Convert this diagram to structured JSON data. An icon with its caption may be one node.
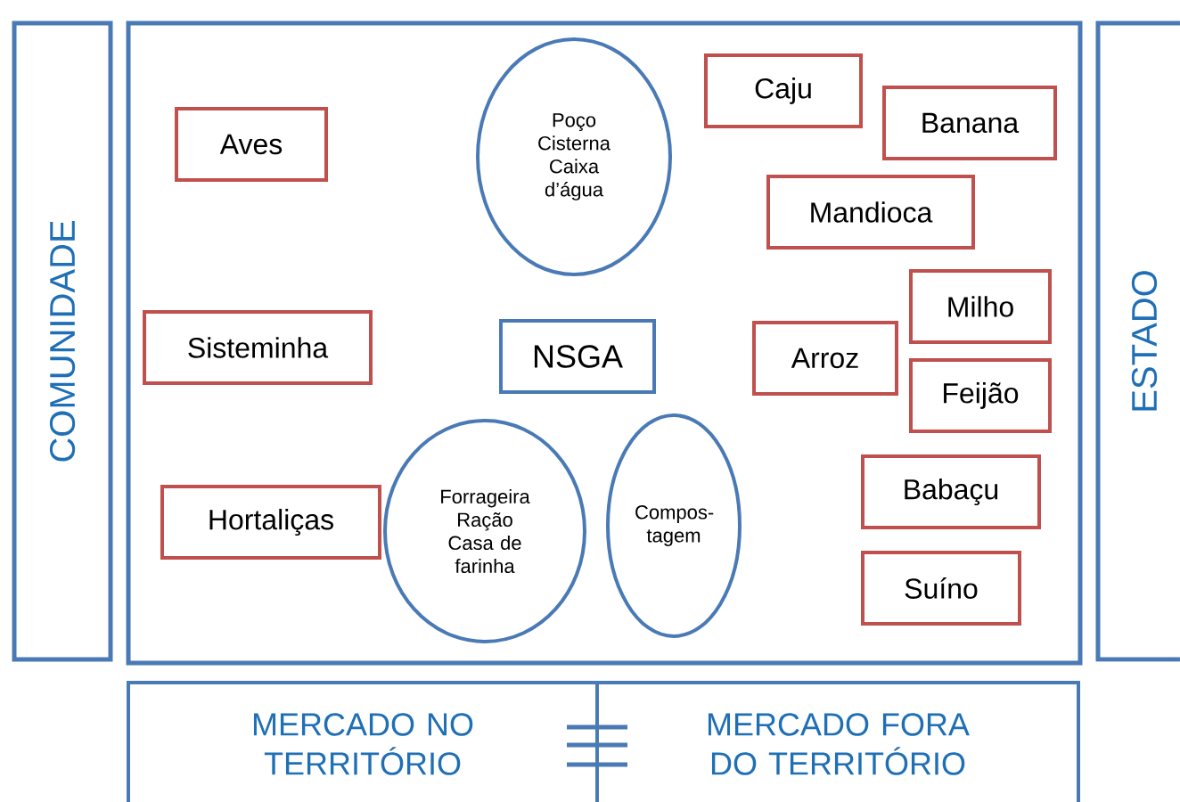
{
  "diagram": {
    "nodes": [
      {
        "text": [
          "COMUNIDADE"
        ]
      },
      {
        "text": [],
        "shape": "box"
      },
      {
        "text": [
          "ESTADO"
        ]
      },
      {
        "text": [
          "Aves"
        ],
        "in": 1
      },
      {
        "text": [
          "Poço Cisterna Caixa d’água"
        ],
        "in": 1
      },
      {
        "text": [
          "Caju"
        ],
        "in": 1
      },
      {
        "text": [
          "Banana"
        ],
        "in": 1
      },
      {
        "text": [
          "Mandioca"
        ],
        "in": 1
      },
      {
        "text": [
          "Sisteminha"
        ],
        "in": 1
      },
      {
        "text": [
          "NSGA"
        ],
        "in": 1
      },
      {
        "text": [
          "Arroz"
        ],
        "in": 1
      },
      {
        "text": [
          "Milho"
        ],
        "in": 1
      },
      {
        "text": [
          "Feijão"
        ],
        "in": 1
      },
      {
        "text": [
          "Hortaliças"
        ],
        "in": 1
      },
      {
        "text": [
          "Forrageira Ração Casa de farinha"
        ],
        "in": 1
      },
      {
        "text": [
          "Compos-tagem"
        ],
        "in": 1
      },
      {
        "text": [
          "Babaçu"
        ],
        "in": 1
      },
      {
        "text": [
          "Suíno"
        ],
        "in": 1
      },
      {
        "text": [
          "MERCADO NO TERRITÓRIO"
        ]
      },
      {
        "text": [
          "MERCADO FORA DO TERRITÓRIO"
        ]
      }
    ]
  }
}
